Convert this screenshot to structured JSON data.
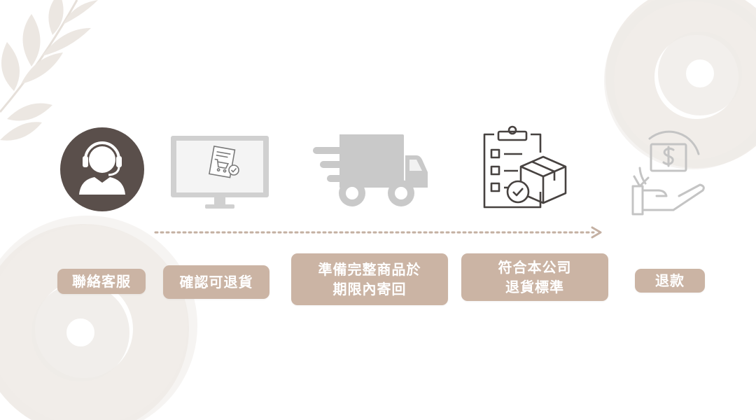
{
  "colors": {
    "label_bg": "#cbb4a4",
    "label_text": "#ffffff",
    "arrow": "#c4b0a2",
    "icon_dark": "#5a4f4b",
    "icon_grey": "#c8c8c8",
    "brush": "#efebe7"
  },
  "steps": [
    {
      "icon": "customer-service-agent-icon",
      "lines": [
        "聯絡客服"
      ]
    },
    {
      "icon": "monitor-order-icon",
      "lines": [
        "確認可退貨"
      ]
    },
    {
      "icon": "delivery-truck-icon",
      "lines": [
        "準備完整商品於",
        "期限內寄回"
      ]
    },
    {
      "icon": "checklist-package-icon",
      "lines": [
        "符合本公司",
        "退貨標準"
      ]
    },
    {
      "icon": "refund-hand-icon",
      "lines": [
        "退款"
      ]
    }
  ]
}
